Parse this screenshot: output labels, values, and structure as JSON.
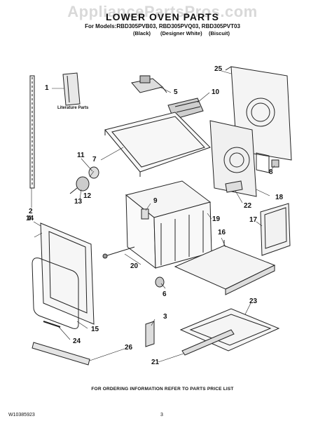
{
  "watermark": "AppliancePartsPros.com",
  "header": {
    "title": "LOWER OVEN PARTS",
    "models": "For Models:RBD305PVB03, RBD305PVQ03, RBD305PVT03",
    "variants": [
      "(Black)",
      "(Designer White)",
      "(Biscuit)"
    ]
  },
  "literature_label": "Literature Parts",
  "callouts": [
    "1",
    "2",
    "3",
    "4",
    "5",
    "6",
    "7",
    "8",
    "9",
    "10",
    "11",
    "12",
    "13",
    "14",
    "15",
    "16",
    "17",
    "18",
    "19",
    "20",
    "21",
    "22",
    "23",
    "24",
    "25",
    "26"
  ],
  "footer": {
    "note": "FOR ORDERING INFORMATION REFER TO PARTS PRICE LIST",
    "doc_code": "W10385923",
    "page": "3"
  }
}
